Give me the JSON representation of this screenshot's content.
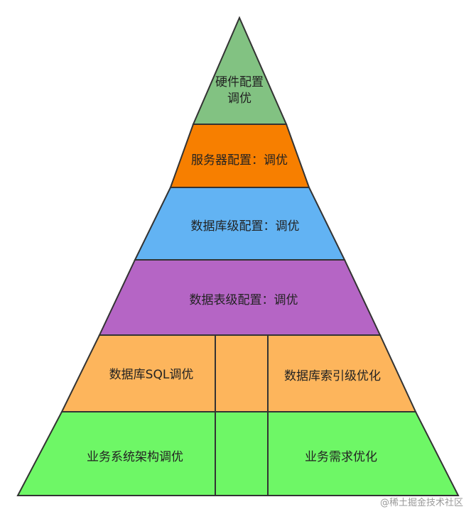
{
  "layers": [
    {
      "lines": [
        "硬件配置",
        "调优"
      ],
      "color": "#82c282"
    },
    {
      "lines": [
        "服务器配置：调优"
      ],
      "color": "#f77f00"
    },
    {
      "lines": [
        "数据库级配置：调优"
      ],
      "color": "#62b3f3"
    },
    {
      "lines": [
        "数据表级配置：调优"
      ],
      "color": "#b565c5"
    },
    {
      "left": "数据库SQL调优",
      "right": "数据库索引级优化",
      "color": "#fdb55c"
    },
    {
      "left": "业务系统架构调优",
      "right": "业务需求优化",
      "color": "#6ef766"
    }
  ],
  "watermark": "@稀土掘金技术社区"
}
